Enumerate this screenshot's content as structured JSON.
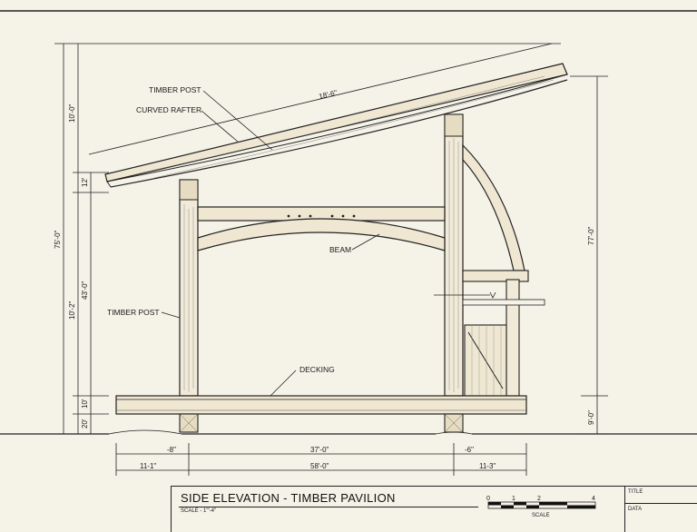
{
  "callouts": {
    "timber_post_top": "TIMBER POST",
    "curved_rafter": "CURVED RAFTER",
    "beam": "BEAM",
    "timber_post_mid": "TIMBER POST",
    "decking": "DECKING"
  },
  "dimensions": {
    "rafter_length": "18'-6\"",
    "left_overall": "75'-0\"",
    "left_top": "10'-0\"",
    "left_mid": "10'-2\"",
    "left_inner": "43'-0\"",
    "left_12": "12'",
    "left_10": "10'",
    "left_20": "20'",
    "right_overall": "77'-0\"",
    "right_low": "9'-0\"",
    "bottom_8_left": "-8\"",
    "bottom_37": "37'-0\"",
    "bottom_6_right": "-6\"",
    "bottom_11_1": "11-1\"",
    "bottom_58": "58'-0\"",
    "bottom_11_3": "11-3\""
  },
  "title_block": {
    "title": "SIDE ELEVATION - TIMBER PAVILION",
    "scale": "SCALE - 1'\"-4\"",
    "side_title": "TITLE",
    "side_data": "DATA"
  },
  "scale_bar": {
    "ticks": [
      "0",
      "1",
      "2",
      "4"
    ],
    "label": "SCALE"
  }
}
